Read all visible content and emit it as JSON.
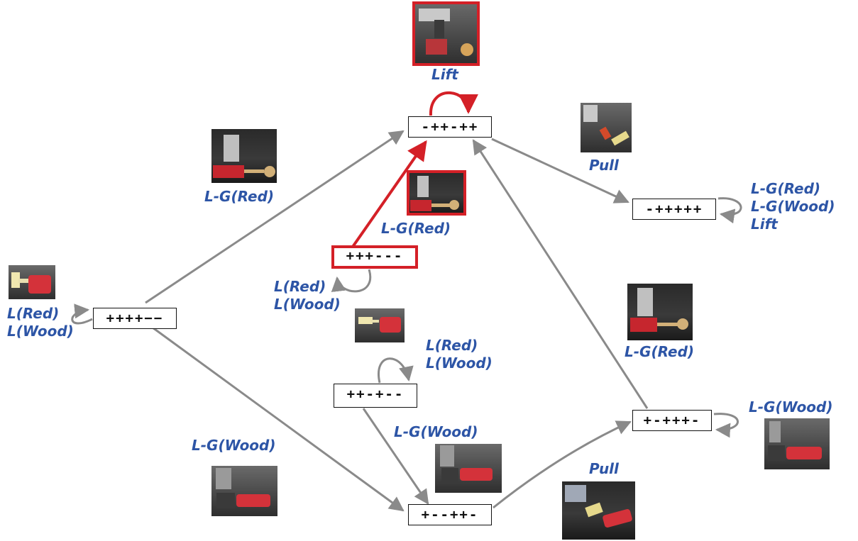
{
  "states": {
    "s_left": "++++−−",
    "s_top": "-++-++",
    "s_right": "-+++++",
    "s_mid_upper": "+++---",
    "s_mid_lower": "++-+--",
    "s_bottom": "+--++-",
    "s_right_mid": "+-+++-"
  },
  "labels": {
    "lift_top": "Lift",
    "lg_red_upper_left": "L-G(Red)",
    "pull_upper_right": "Pull",
    "right_self": "L-G(Red)\nL-G(Wood)\nLift",
    "lg_red_center": "L-G(Red)",
    "left_self": "L(Red)\nL(Wood)",
    "mid_upper_self": "L(Red)\nL(Wood)",
    "mid_lower_self": "L(Red)\nL(Wood)",
    "lg_red_right_mid": "L-G(Red)",
    "lg_wood_center": "L-G(Wood)",
    "lg_wood_right_mid": "L-G(Wood)",
    "lg_wood_lower_left": "L-G(Wood)",
    "pull_bottom": "Pull"
  },
  "colors": {
    "label_blue": "#2d55a6",
    "highlight_red": "#d42027",
    "edge_gray": "#8a8a8a"
  }
}
